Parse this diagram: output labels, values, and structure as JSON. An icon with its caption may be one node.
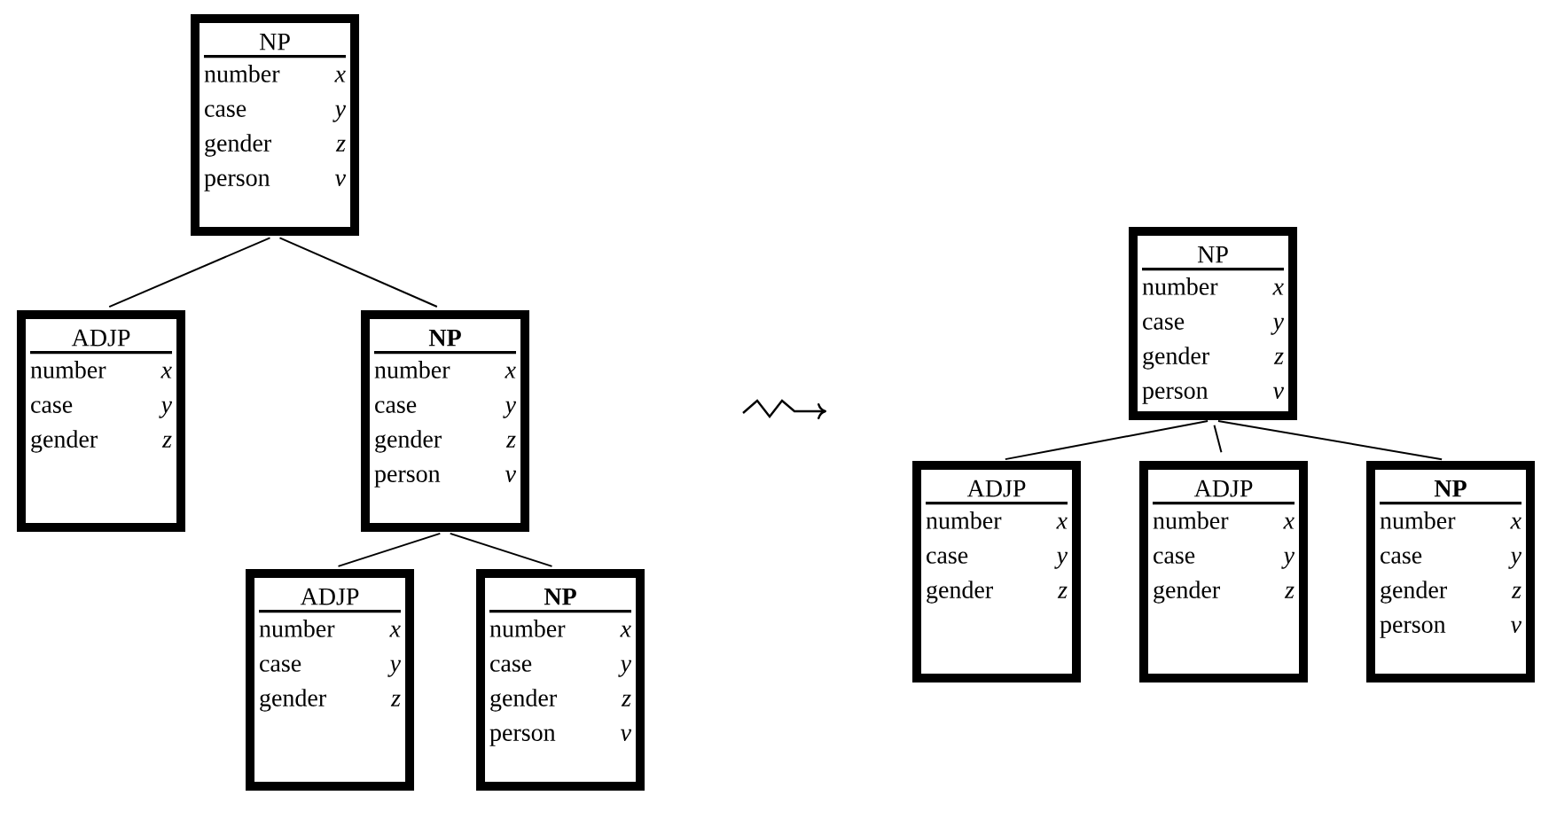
{
  "diagram": {
    "nodes": [
      {
        "text": [
          "NP",
          "number",
          "x",
          "case",
          "y",
          "gender",
          "z",
          "person",
          "v"
        ]
      },
      {
        "text": [
          "ADJP",
          "number",
          "x",
          "case",
          "y",
          "gender",
          "z"
        ]
      },
      {
        "text": [
          "**NP**",
          "number",
          "x",
          "case",
          "y",
          "gender",
          "z",
          "person",
          "v"
        ]
      },
      {
        "text": [
          "ADJP",
          "number",
          "x",
          "case",
          "y",
          "gender",
          "z"
        ]
      },
      {
        "text": [
          "**NP**",
          "number",
          "x",
          "case",
          "y",
          "gender",
          "z",
          "person",
          "v"
        ]
      },
      {
        "text": [
          "NP",
          "number",
          "x",
          "case",
          "y",
          "gender",
          "z",
          "person",
          "v"
        ]
      },
      {
        "text": [
          "ADJP",
          "number",
          "x",
          "case",
          "y",
          "gender",
          "z"
        ]
      },
      {
        "text": [
          "ADJP",
          "number",
          "x",
          "case",
          "y",
          "gender",
          "z"
        ]
      },
      {
        "text": [
          "**NP**",
          "number",
          "x",
          "case",
          "y",
          "gender",
          "z",
          "person",
          "v"
        ]
      }
    ],
    "edges": [
      {
        "from": 0,
        "to": 1,
        "arrow": "none"
      },
      {
        "from": 0,
        "to": 2,
        "arrow": "none"
      },
      {
        "from": 2,
        "to": 3,
        "arrow": "none"
      },
      {
        "from": 2,
        "to": 4,
        "arrow": "none"
      },
      {
        "from": 5,
        "to": 6,
        "arrow": "none"
      },
      {
        "from": 5,
        "to": 7,
        "arrow": "none"
      },
      {
        "from": 5,
        "to": 8,
        "arrow": "none"
      }
    ]
  }
}
